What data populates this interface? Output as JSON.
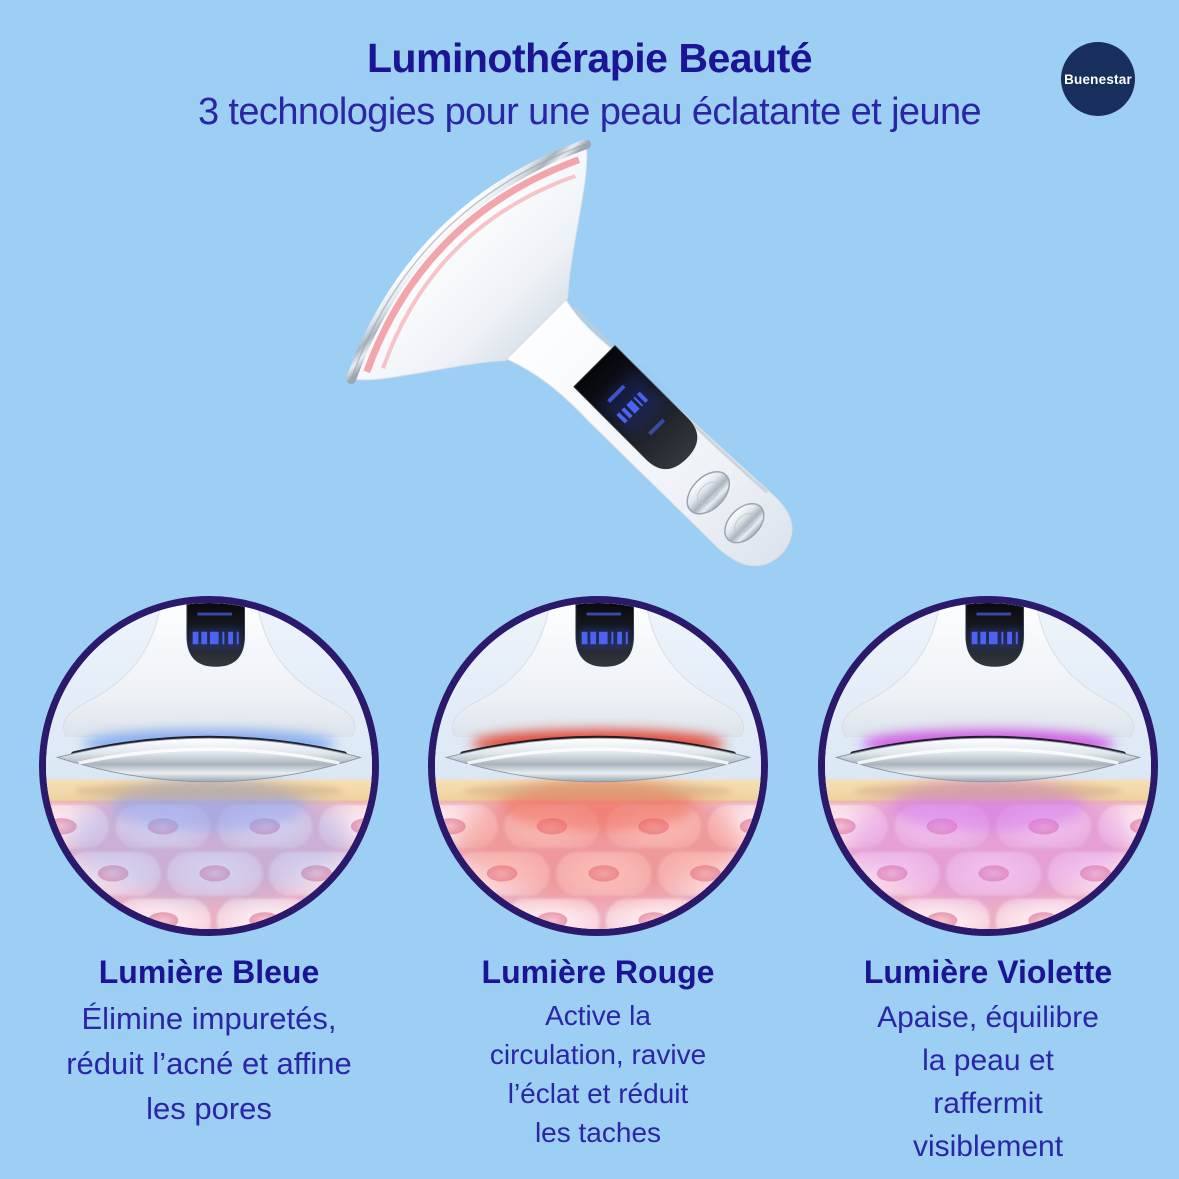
{
  "palette": {
    "background": "#9ccff3",
    "title_ink": "#1b1494",
    "body_ink": "#2b26a6",
    "circle_border": "#2b1a6b"
  },
  "header": {
    "title": "Luminothérapie Beauté",
    "subtitle": "3 technologies pour une peau éclatante et jeune"
  },
  "logo": {
    "label": "Buenestar",
    "background": "#182e5c",
    "text_color": "#ffffff"
  },
  "cards": [
    {
      "title": "Lumière Bleue",
      "lines": [
        "Élimine impuretés,",
        "réduit l’acné et affine",
        "les pores"
      ],
      "glow_color": "#7fa6f0",
      "tint_color": "#8fa3ec"
    },
    {
      "title": "Lumière Rouge",
      "lines": [
        "Active la",
        "circulation, ravive",
        "l’éclat et réduit",
        "les taches"
      ],
      "glow_color": "#e23a26",
      "tint_color": "#f06a56"
    },
    {
      "title": "Lumière Violette",
      "lines": [
        "Apaise, équilibre",
        "la peau et",
        "raffermit",
        "visiblement"
      ],
      "glow_color": "#cf4fe2",
      "tint_color": "#d678ea"
    }
  ]
}
